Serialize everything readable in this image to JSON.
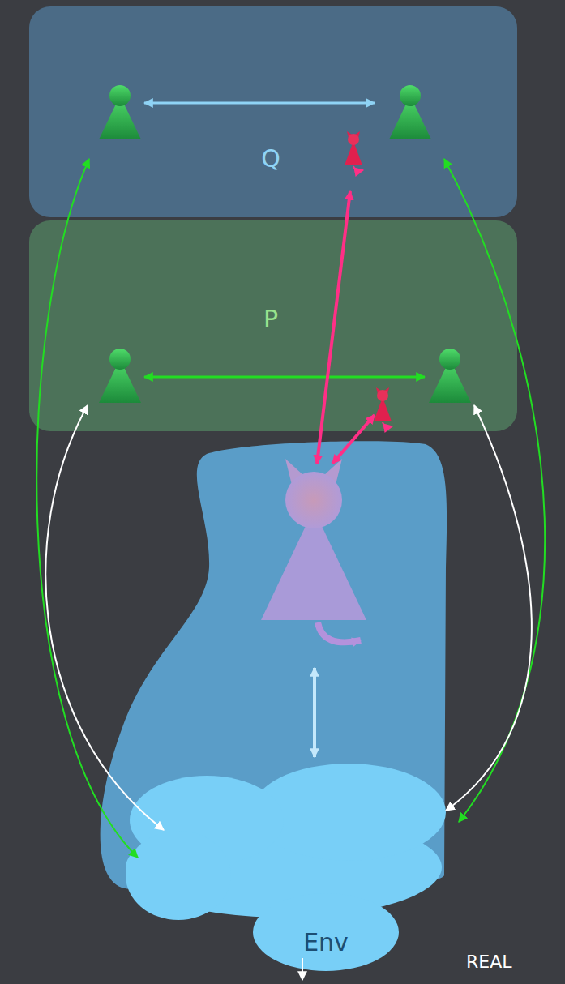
{
  "diagram": {
    "nodes": [
      {
        "text": [
          "Q"
        ]
      },
      {
        "text": [
          "P"
        ]
      },
      {
        "text": [
          "Env"
        ]
      }
    ],
    "labels": [
      "REAL"
    ]
  }
}
